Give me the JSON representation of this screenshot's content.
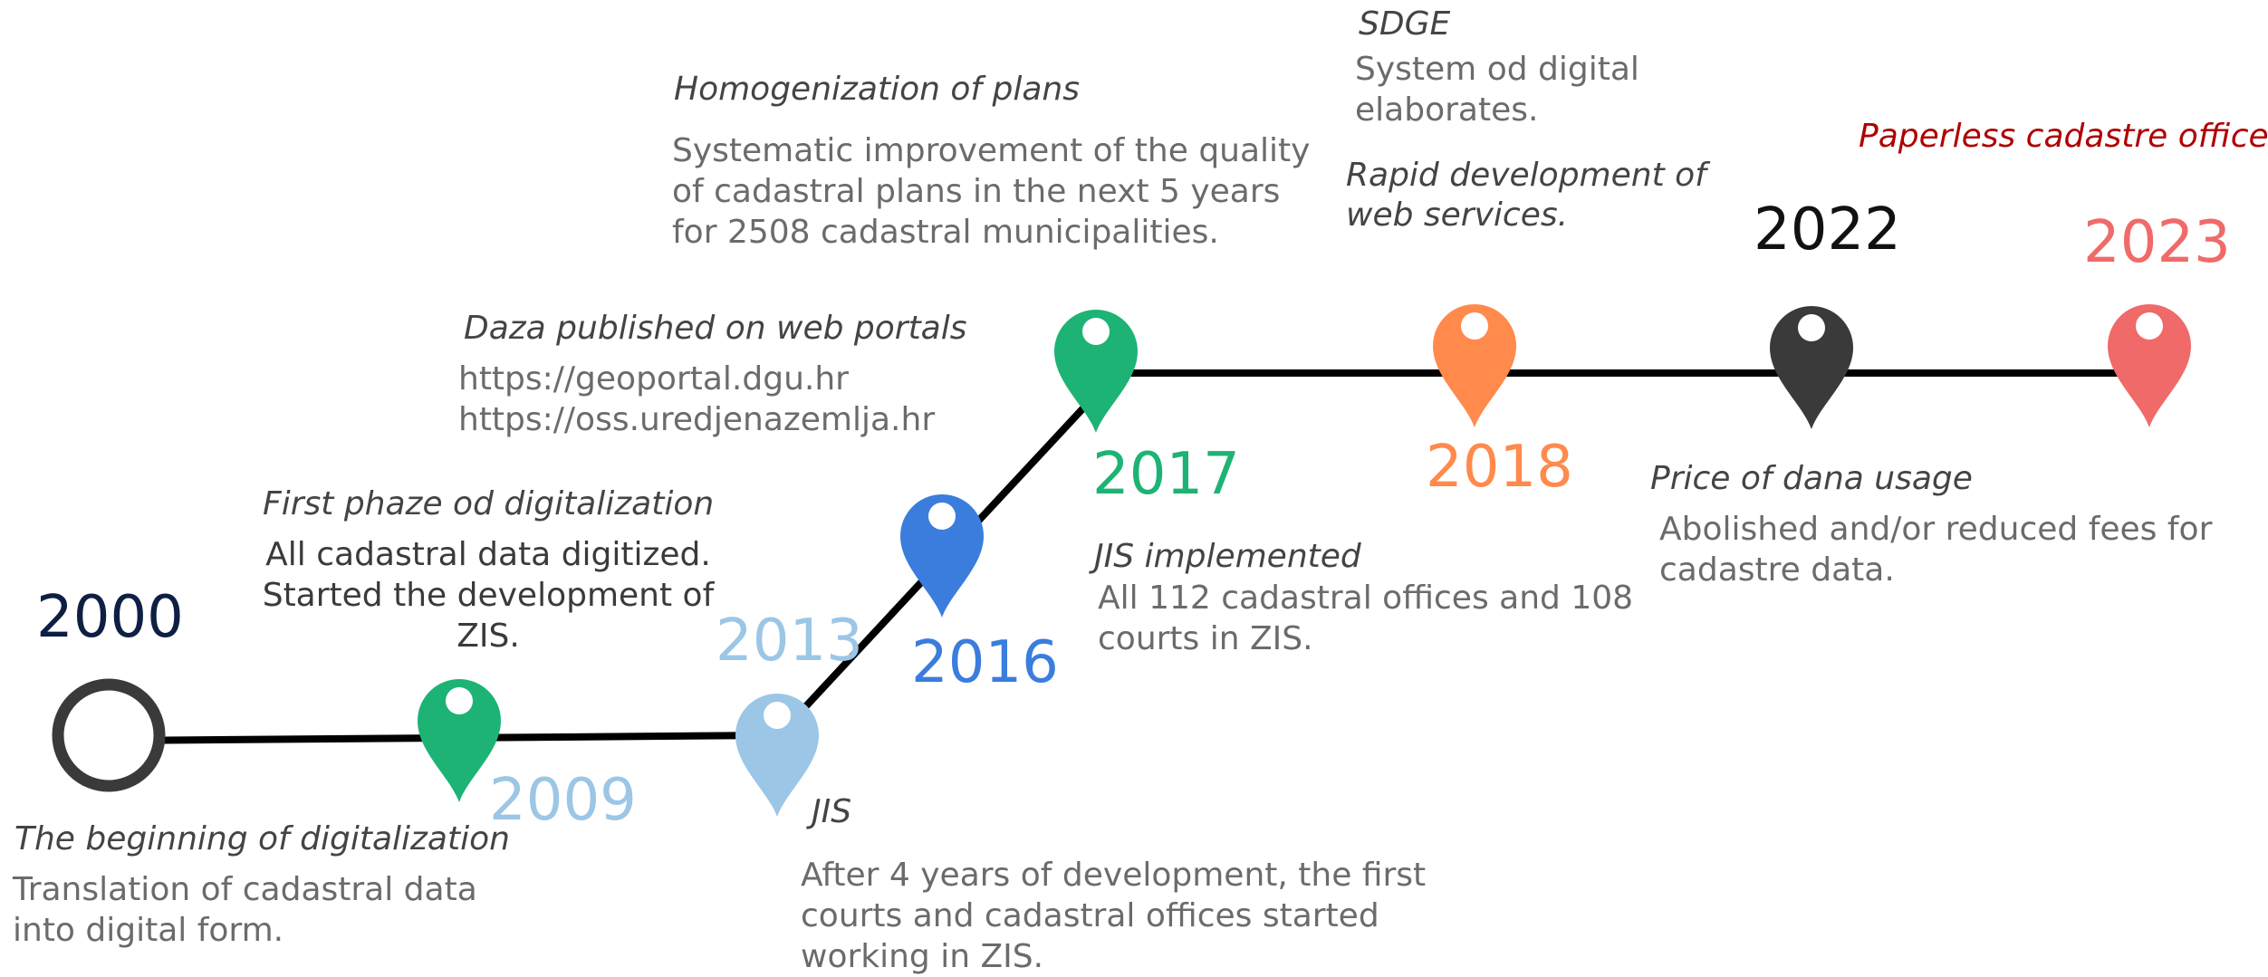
{
  "colors": {
    "line": "#000000",
    "title_text": "#444444",
    "desc_text": "#6b6b6b",
    "y2000": "#0f1f44",
    "y2009": "#9cc6e6",
    "y2013": "#9cc6e6",
    "y2016": "#3b7ddd",
    "y2017": "#1db374",
    "y2018": "#ff8a4c",
    "y2022": "#111111",
    "y2023": "#f06a6a",
    "paperless": "#b00000",
    "marker_green": "#1db374",
    "marker_lightblue": "#9cc6e6",
    "marker_blue": "#3b7ddd",
    "marker_orange": "#ff8a4c",
    "marker_dark": "#3a3a3a",
    "marker_red": "#f06a6a",
    "start_ring": "#3a3a3a"
  },
  "years": {
    "y2000": "2000",
    "y2009": "2009",
    "y2013": "2013",
    "y2016": "2016",
    "y2017": "2017",
    "y2018": "2018",
    "y2022": "2022",
    "y2023": "2023"
  },
  "events": {
    "beginning": {
      "title": "The beginning of digitalization",
      "desc": "Translation of cadastral data\ninto digital form."
    },
    "first_phase": {
      "title": "First phaze od digitalization",
      "desc": "All cadastral data digitized.\nStarted the development of ZIS."
    },
    "jis": {
      "title": "JIS",
      "desc": "After 4 years of development, the first\ncourts and cadastral offices started\nworking in ZIS."
    },
    "published": {
      "title": "Daza published on web portals",
      "desc": "https://geoportal.dgu.hr\nhttps://oss.uredjenazemlja.hr"
    },
    "homogenization": {
      "title": "Homogenization of plans",
      "desc": "Systematic improvement of the quality\nof cadastral plans in the next 5 years\nfor 2508 cadastral municipalities."
    },
    "jis_implemented": {
      "title": "JIS implemented",
      "desc": "All 112 cadastral offices and 108\ncourts in ZIS."
    },
    "sdge": {
      "title": "SDGE",
      "desc": "System od digital\nelaborates."
    },
    "rapid": {
      "title": "Rapid development of\nweb services."
    },
    "price": {
      "title": "Price of dana usage",
      "desc": "Abolished and/or reduced fees for\ncadastre data."
    },
    "paperless": {
      "title": "Paperless cadastre office"
    }
  }
}
